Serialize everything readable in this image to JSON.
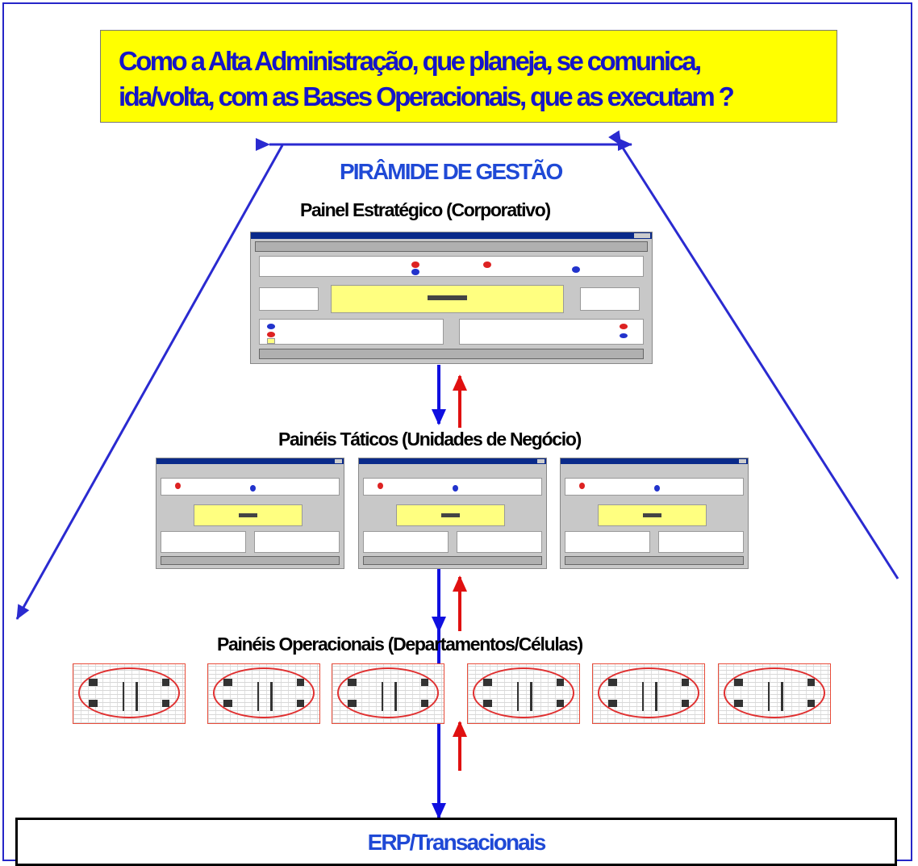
{
  "question": {
    "line1": "Como a Alta Administração, que planeja, se comunica,",
    "line2": "ida/volta, com as Bases Operacionais, que as executam ?"
  },
  "pyramid": {
    "title": "PIRÂMIDE DE GESTÃO",
    "level_strategic": "Painel Estratégico (Corporativo)",
    "level_tactical": "Painéis Táticos (Unidades de Negócio)",
    "level_operational": "Painéis Operacionais (Departamentos/Células)",
    "base": "ERP/Transacionais"
  },
  "colors": {
    "accent_blue": "#1f49d6",
    "frame_blue": "#2626c8",
    "question_bg": "#ffff00",
    "arrow_up_red": "#e01010",
    "arrow_down_blue": "#1010e0"
  }
}
